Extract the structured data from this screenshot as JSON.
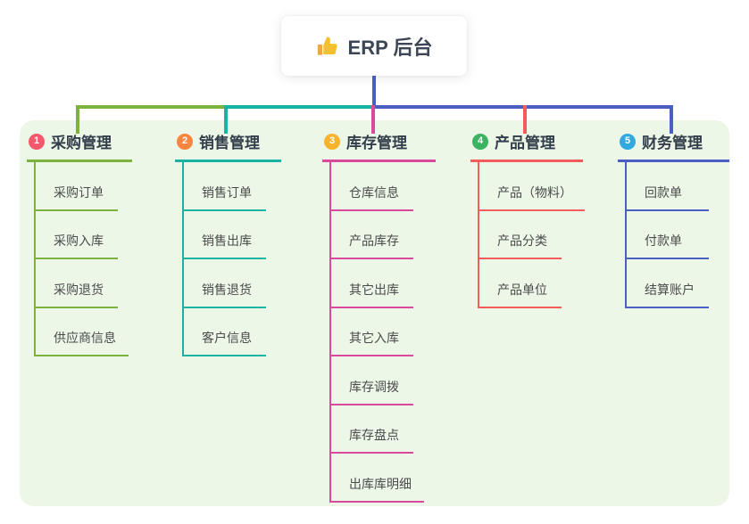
{
  "root": {
    "label": "ERP 后台",
    "icon": "thumbs-up-icon",
    "icon_color": "#f5c02e"
  },
  "canvas": {
    "panel_color": "#ecf7e8",
    "background": "#ffffff",
    "stem_color": "#4a5ec4"
  },
  "branches": [
    {
      "num": "1",
      "label": "采购管理",
      "badge_color": "#f4586b",
      "line_color": "#7eb23f",
      "children": [
        "采购订单",
        "采购入库",
        "采购退货",
        "供应商信息"
      ]
    },
    {
      "num": "2",
      "label": "销售管理",
      "badge_color": "#f9853e",
      "line_color": "#17b3a3",
      "children": [
        "销售订单",
        "销售出库",
        "销售退货",
        "客户信息"
      ]
    },
    {
      "num": "3",
      "label": "库存管理",
      "badge_color": "#f8b32d",
      "line_color": "#d94a9d",
      "children": [
        "仓库信息",
        "产品库存",
        "其它出库",
        "其它入库",
        "库存调拨",
        "库存盘点",
        "出库库明细"
      ]
    },
    {
      "num": "4",
      "label": "产品管理",
      "badge_color": "#3cb360",
      "line_color": "#f45b5b",
      "children": [
        "产品（物料）",
        "产品分类",
        "产品单位"
      ]
    },
    {
      "num": "5",
      "label": "财务管理",
      "badge_color": "#31a9de",
      "line_color": "#4a5ec4",
      "children": [
        "回款单",
        "付款单",
        "结算账户"
      ]
    }
  ]
}
